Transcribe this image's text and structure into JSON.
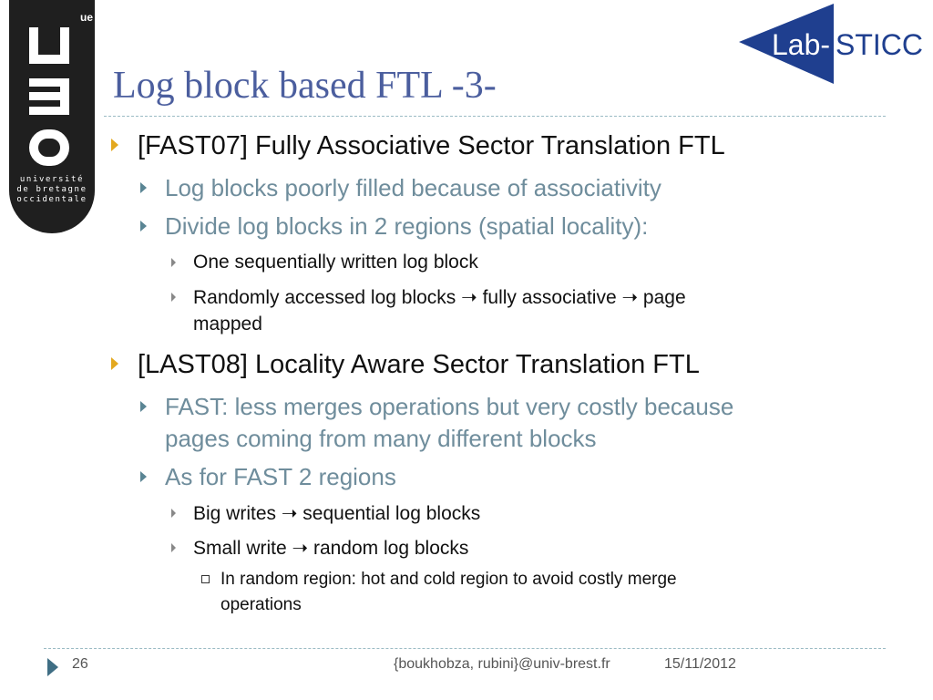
{
  "title": "Log block based FTL -3-",
  "logo_left": {
    "line1": "université",
    "line2": "de bretagne",
    "line3": "occidentale",
    "badge": "ue"
  },
  "logo_right": {
    "text_lab": "Lab-",
    "text_sticc": "STICC"
  },
  "bullets": {
    "fast_heading": "[FAST07] Fully Associative Sector Translation FTL",
    "fast_sub1": "Log blocks poorly filled because of associativity",
    "fast_sub2": "Divide log blocks in 2 regions (spatial locality):",
    "fast_sub2_item1": "One sequentially written log block",
    "fast_sub2_item2_a": "Randomly accessed log blocks ➝ fully associative ➝ page",
    "fast_sub2_item2_b": "mapped",
    "last_heading": "[LAST08] Locality Aware Sector Translation FTL",
    "last_sub1_a": "FAST: less merges operations but very costly because",
    "last_sub1_b": "pages coming from many different blocks",
    "last_sub2": "As for FAST 2 regions",
    "last_sub2_item1": "Big writes ➝ sequential log blocks",
    "last_sub2_item2": "Small write ➝ random log blocks",
    "last_sub2_item2_sub_a": "In random region: hot and cold region to avoid costly merge",
    "last_sub2_item2_sub_b": "operations"
  },
  "footer": {
    "page_number": "26",
    "authors": "{boukhobza, rubini}@univ-brest.fr",
    "date": "15/11/2012"
  },
  "colors": {
    "title": "#4b5e9e",
    "bullet_l1": "#e3a81f",
    "bullet_l2": "#5a8594",
    "text_l2": "#6f8d9c",
    "lab_sticc_blue": "#1f3f8f"
  }
}
